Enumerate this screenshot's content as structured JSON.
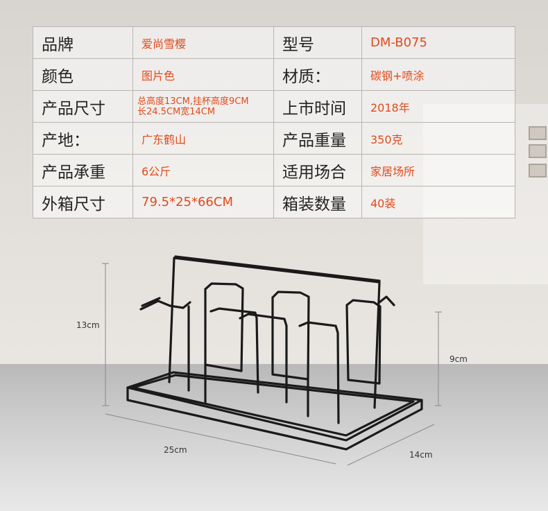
{
  "specs": [
    {
      "label_a": "品牌",
      "value_a": "爱尚雪樱",
      "label_b": "型号",
      "value_b": "DM-B075"
    },
    {
      "label_a": "颜色",
      "value_a": "图片色",
      "label_b": "材质：",
      "value_b": "碳钢+喷涂"
    },
    {
      "label_a": "产品尺寸",
      "value_a_line1": "总高度13CM,挂杯高度9CM",
      "value_a_line2": "长24.5CM宽14CM",
      "label_b": "上市时间",
      "value_b": "2018年"
    },
    {
      "label_a": "产地：",
      "value_a": "广东鹤山",
      "label_b": "产品重量",
      "value_b": "350克"
    },
    {
      "label_a": "产品承重",
      "value_a": "6公斤",
      "label_b": "适用场合",
      "value_b": "家居场所"
    },
    {
      "label_a": "外箱尺寸",
      "value_a": "79.5*25*66CM",
      "label_b": "箱装数量",
      "value_b": "40装"
    }
  ],
  "dimensions": {
    "height": "13cm",
    "cup_height": "9cm",
    "length": "25cm",
    "width": "14cm"
  },
  "colors": {
    "label_text": "#222222",
    "value_text": "#e24a1b",
    "rack": "#1a1a1a"
  }
}
